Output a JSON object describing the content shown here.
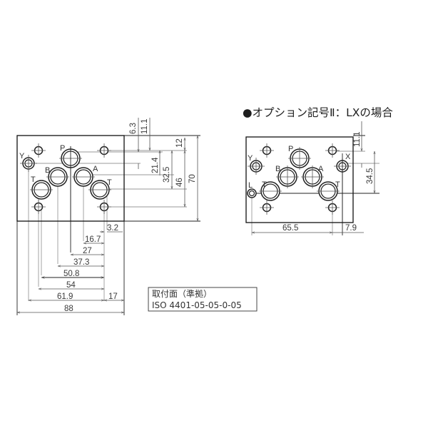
{
  "left_view": {
    "ports": {
      "P": "P",
      "A": "A",
      "B": "B",
      "T_left": "T",
      "T_right": "T",
      "Y": "Y"
    },
    "vertical_dims": [
      {
        "id": "d6_3",
        "value": "6.3"
      },
      {
        "id": "d11_1",
        "value": "11.1"
      },
      {
        "id": "d21_4",
        "value": "21.4"
      },
      {
        "id": "d32_5",
        "value": "32.5"
      },
      {
        "id": "d46",
        "value": "46"
      },
      {
        "id": "d12",
        "value": "12"
      },
      {
        "id": "d70",
        "value": "70"
      }
    ],
    "horizontal_dims": [
      {
        "id": "d3_2",
        "value": "3.2"
      },
      {
        "id": "d16_7",
        "value": "16.7"
      },
      {
        "id": "d27",
        "value": "27"
      },
      {
        "id": "d37_3",
        "value": "37.3"
      },
      {
        "id": "d50_8",
        "value": "50.8"
      },
      {
        "id": "d54",
        "value": "54"
      },
      {
        "id": "d61_9",
        "value": "61.9"
      },
      {
        "id": "d17",
        "value": "17"
      },
      {
        "id": "d88",
        "value": "88"
      }
    ]
  },
  "right_view": {
    "title": "●オプション記号Ⅱ：LXの場合",
    "ports": {
      "P": "P",
      "A": "A",
      "B": "B",
      "T_left": "T",
      "T_right": "T",
      "Y": "Y",
      "X": "X",
      "L": "L"
    },
    "dims": {
      "d11_1": "11.1",
      "d34_5": "34.5",
      "d65_5": "65.5",
      "d7_9": "7.9"
    }
  },
  "note_box": {
    "line1": "取付面（準拠）",
    "line2": "ISO 4401-05-05-0-05"
  },
  "colors": {
    "outline": "#111111",
    "dimension": "#555555",
    "centerline": "#9a9a9a",
    "text": "#333333"
  }
}
